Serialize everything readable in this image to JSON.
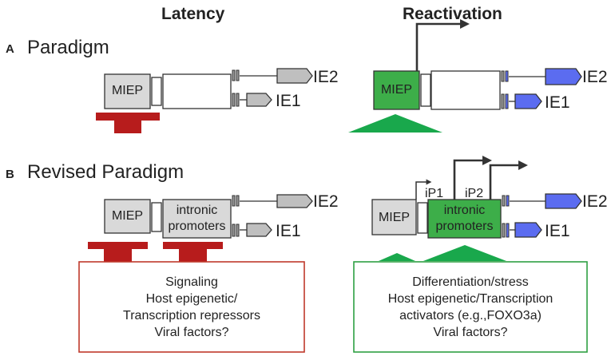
{
  "headers": {
    "latency": "Latency",
    "reactivation": "Reactivation"
  },
  "sections": {
    "a": {
      "letter": "A",
      "title": "Paradigm"
    },
    "b": {
      "letter": "B",
      "title": "Revised Paradigm"
    }
  },
  "labels": {
    "miep": "MIEP",
    "ie2": "IE2",
    "ie1": "IE1",
    "intronic_line1": "intronic",
    "intronic_line2": "promoters",
    "ip1": "iP1",
    "ip2": "iP2"
  },
  "latency_box": {
    "line1": "Signaling",
    "line2": "Host epigenetic/",
    "line3": "Transcription repressors",
    "line4": "Viral factors?"
  },
  "reactivation_box": {
    "line1": "Differentiation/stress",
    "line2": "Host epigenetic/Transcription",
    "line3": "activators (e.g.,FOXO3a)",
    "line4": "Viral factors?"
  },
  "colors": {
    "repress": "#b71c1c",
    "activate": "#19a84c",
    "active_box": "#3dae49",
    "inactive_box": "#d9d9d9",
    "exon_inactive": "#bfbfbf",
    "exon_active": "#5b6cf0",
    "arrow": "#333333"
  }
}
